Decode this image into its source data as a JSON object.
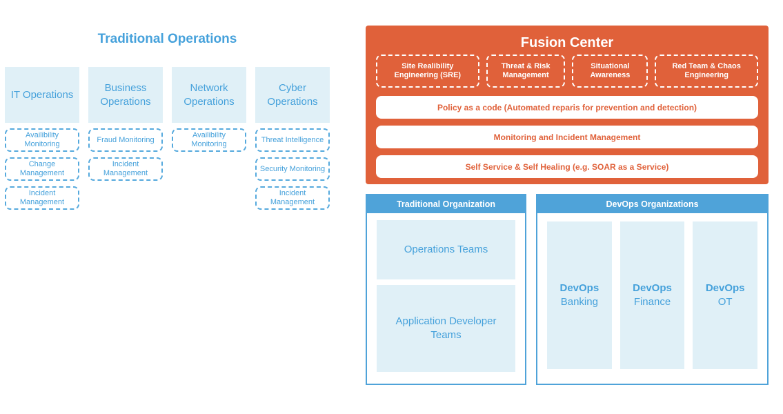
{
  "palette": {
    "blue_text": "#45A1DB",
    "blue_border": "#55A9DD",
    "blue_header": "#4FA3D9",
    "pale_blue": "#E0F0F7",
    "orange": "#E0613A",
    "white": "#FFFFFF"
  },
  "traditional_operations": {
    "title": "Traditional Operations",
    "columns": [
      {
        "label": "IT Operations",
        "items": [
          "Availibility Monitoring",
          "Change Management",
          "Incident Management"
        ]
      },
      {
        "label": "Business Operations",
        "items": [
          "Fraud Monitoring",
          "Incident Management"
        ]
      },
      {
        "label": "Network Operations",
        "items": [
          "Availibility Monitoring"
        ]
      },
      {
        "label": "Cyber Operations",
        "items": [
          "Threat Intelligence",
          "Security Monitoring",
          "Incident Management"
        ]
      }
    ]
  },
  "fusion_center": {
    "title": "Fusion Center",
    "capabilities": [
      "Site Realibility Engineering (SRE)",
      "Threat & Risk Management",
      "Situational Awareness",
      "Red Team & Chaos Engineering"
    ],
    "services": [
      "Policy as a code (Automated reparis for prevention and detection)",
      "Monitoring and Incident Management",
      "Self Service & Self Healing (e.g. SOAR as a Service)"
    ]
  },
  "traditional_organization": {
    "title": "Traditional Organization",
    "teams": [
      "Operations Teams",
      "Application Developer Teams"
    ]
  },
  "devops_organizations": {
    "title": "DevOps Organizations",
    "teams": [
      {
        "name": "DevOps",
        "unit": "Banking"
      },
      {
        "name": "DevOps",
        "unit": "Finance"
      },
      {
        "name": "DevOps",
        "unit": "OT"
      }
    ]
  }
}
